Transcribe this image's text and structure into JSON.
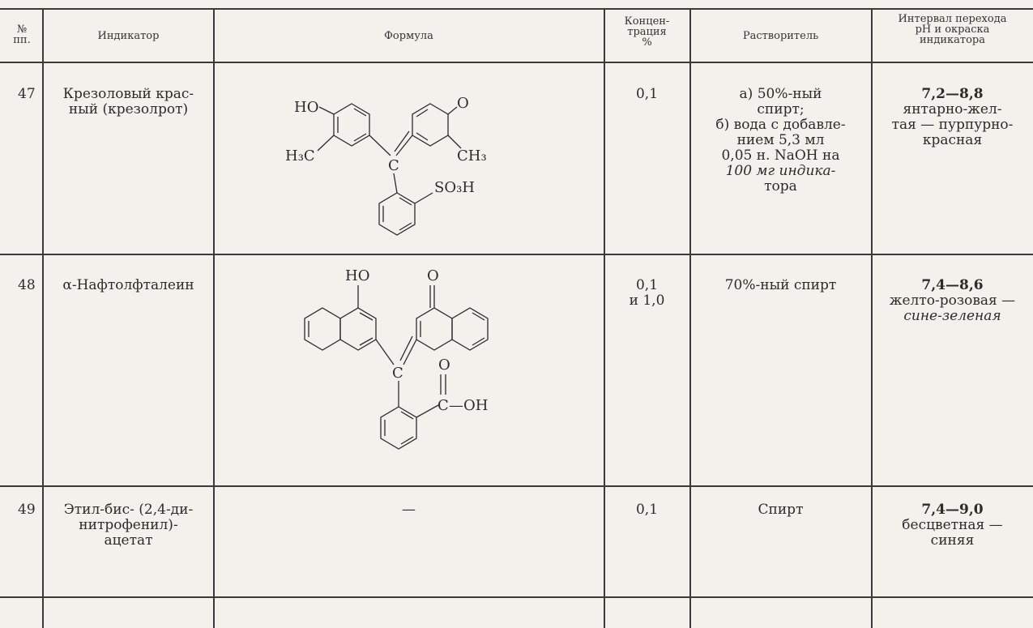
{
  "header": {
    "num_l1": "№",
    "num_l2": "пп.",
    "indicator": "Индикатор",
    "formula": "Формула",
    "conc_l1": "Концен-",
    "conc_l2": "трация",
    "conc_l3": "%",
    "solvent": "Растворитель",
    "range_l1": "Интервал перехода",
    "range_l2": "pH и окраска",
    "range_l3": "индикатора"
  },
  "rows": [
    {
      "num": "47",
      "name_lines": [
        "Крезоловый крас-",
        "ный (крезолрот)"
      ],
      "concentration": [
        "0,1"
      ],
      "solvent_lines": [
        "а) 50%-ный",
        "спирт;",
        "б) вода с добавле-",
        "нием 5,3 мл",
        "0,05 н. NaOH на",
        "100 мг индика-",
        "тора"
      ],
      "range": "7,2—8,8",
      "color_lines": [
        "янтарно-жел-",
        "тая — пурпурно-",
        "красная"
      ],
      "formula_labels": {
        "ho": "HO",
        "o": "O",
        "h3c": "H₃C",
        "ch3": "CH₃",
        "c": "C",
        "so3h": "SO₃H"
      }
    },
    {
      "num": "48",
      "name_lines": [
        "α-Нафтолфталеин"
      ],
      "concentration": [
        "0,1",
        "и 1,0"
      ],
      "solvent_lines": [
        "70%-ный спирт"
      ],
      "range": "7,4—8,6",
      "color_lines": [
        "желто-розовая —",
        "сине-зеленая"
      ],
      "formula_labels": {
        "ho": "HO",
        "o": "O",
        "c": "C",
        "o2": "O",
        "c2": "C",
        "oh": "—OH"
      }
    },
    {
      "num": "49",
      "name_lines": [
        "Этил-бис- (2,4-ди-",
        "нитрофенил)-",
        "ацетат"
      ],
      "formula_dash": "—",
      "concentration": [
        "0,1"
      ],
      "solvent_lines": [
        "Спирт"
      ],
      "range": "7,4—9,0",
      "color_lines": [
        "бесцветная —",
        "синяя"
      ]
    }
  ]
}
